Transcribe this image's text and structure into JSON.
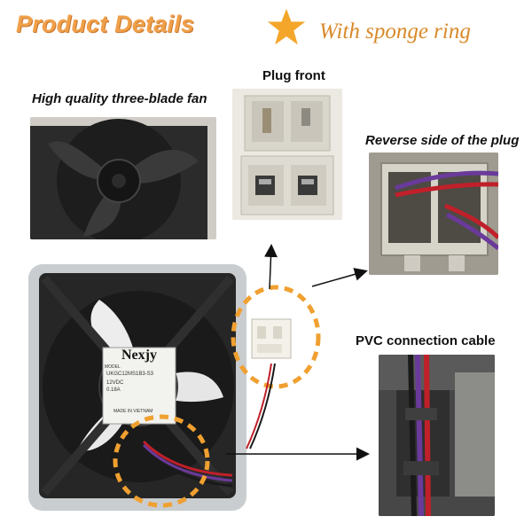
{
  "header": {
    "title": "Product Details",
    "subtitle": "With sponge ring",
    "star_color": "#f4a62a"
  },
  "captions": {
    "fan": "High quality three-blade fan",
    "plug_front": "Plug front",
    "plug_reverse": "Reverse side of the plug",
    "pvc_cable": "PVC connection cable"
  },
  "fan_label": {
    "brand": "Nexjy",
    "model_tag": "MODEL",
    "model": "UKGC12MS1B3-S3",
    "voltage": "12VDC",
    "current": "0.18A",
    "origin": "MADE IN VIETNAM"
  },
  "colors": {
    "accent_orange": "#f0a04a",
    "highlight_dash": "#f0a030",
    "wire_red": "#c0202a",
    "wire_purple": "#6a3a9a"
  }
}
